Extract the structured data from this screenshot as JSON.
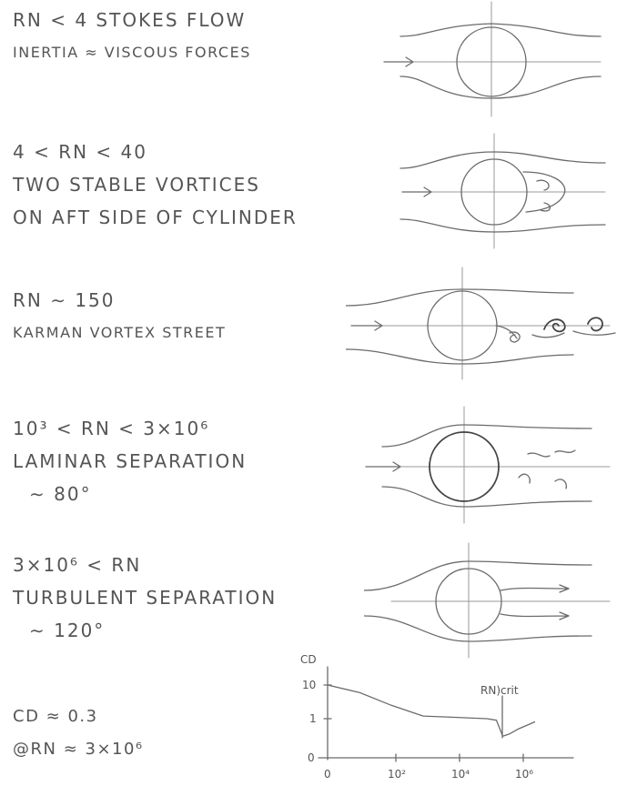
{
  "regimes": [
    {
      "id": "stokes",
      "title": "RN < 4   STOKES FLOW",
      "desc": [
        "INERTIA ≈ VISCOUS FORCES"
      ]
    },
    {
      "id": "twovortex",
      "title": "4 < RN < 40",
      "desc": [
        "TWO STABLE VORTICES",
        "ON AFT SIDE OF CYLINDER"
      ]
    },
    {
      "id": "karman",
      "title": "RN ∼ 150",
      "desc": [
        "KARMAN VORTEX STREET"
      ]
    },
    {
      "id": "laminar",
      "title": "10³ < RN < 3×10⁶",
      "desc": [
        "LAMINAR SEPARATION",
        "∼ 80°"
      ]
    },
    {
      "id": "turbulent",
      "title": "3×10⁶ < RN",
      "desc": [
        "TURBULENT SEPARATION",
        "∼ 120°"
      ]
    }
  ],
  "cd_note": {
    "line1": "CD ≈ 0.3",
    "line2": "@RN ≈ 3×10⁶"
  },
  "chart": {
    "ylabel": "CD",
    "annotation": "RN)crit",
    "y_ticks": [
      "10",
      "1",
      "0"
    ],
    "x_ticks": [
      "0",
      "10²",
      "10⁴",
      "10⁶"
    ]
  },
  "chart_data": {
    "type": "line",
    "title": "",
    "xlabel": "",
    "ylabel": "CD",
    "x_scale": "log (Reynolds number)",
    "y_scale": "log",
    "x_tick_labels": [
      "0",
      "10²",
      "10⁴",
      "10⁶"
    ],
    "y_tick_labels": [
      "10",
      "1",
      "0"
    ],
    "annotations": [
      "RN)crit"
    ],
    "series": [
      {
        "x": [
          0,
          1,
          2,
          3,
          4,
          5,
          5.3,
          5.5,
          5.7,
          6,
          6.5
        ],
        "y": [
          10,
          6,
          2.5,
          1.2,
          1.1,
          1.0,
          0.9,
          0.3,
          0.35,
          0.5,
          0.8
        ]
      }
    ]
  }
}
